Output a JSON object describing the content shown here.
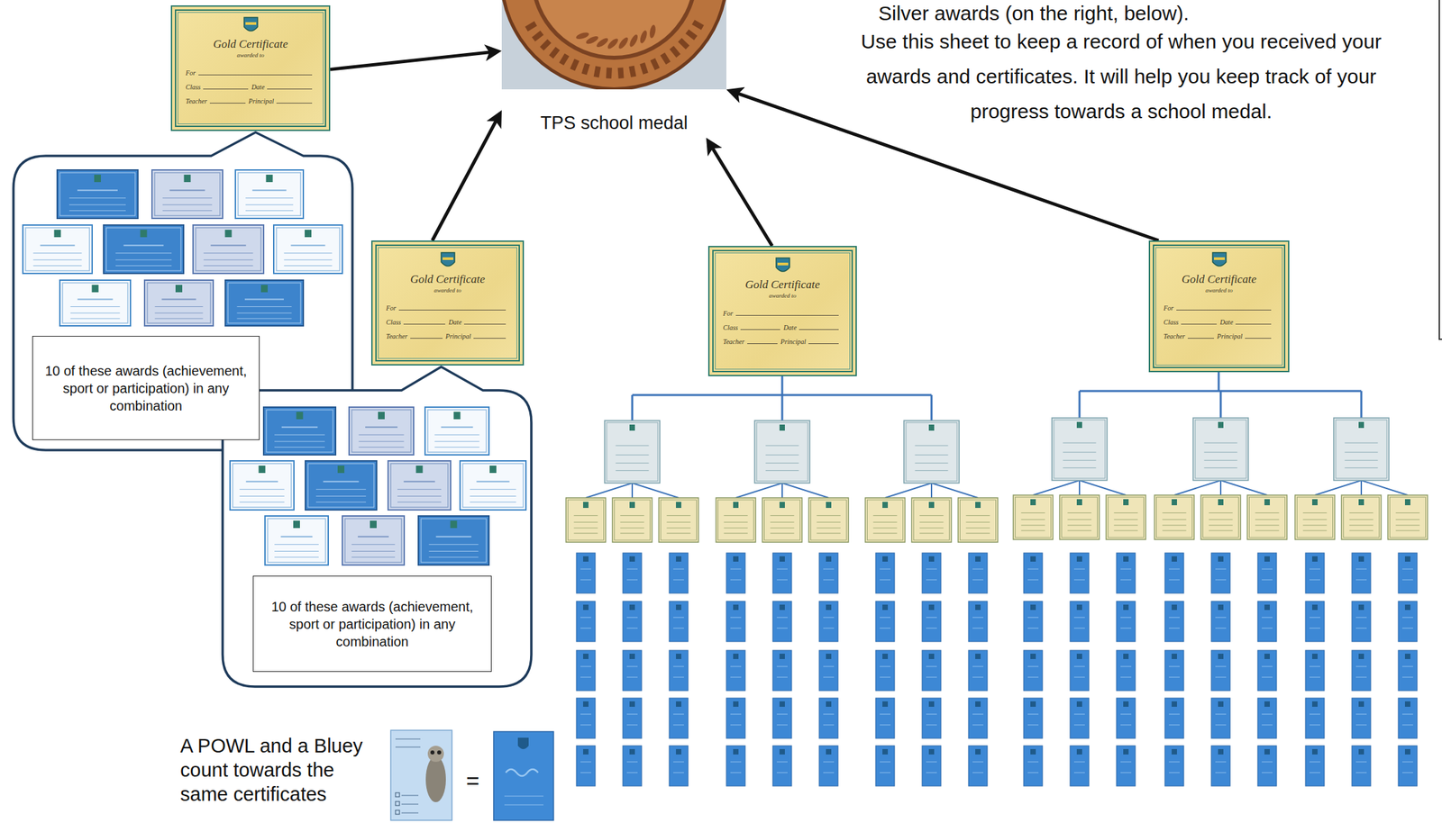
{
  "diagram": {
    "nodes": [
      {
        "text": [
          "Gold Certificate",
          "awarded to",
          "For",
          "Class",
          "Date",
          "Teacher",
          "Principal"
        ]
      },
      {
        "text": [
          "TPS school medal"
        ]
      },
      {
        "text": [
          "10 of these awards (achievement, sport or participation) in any combination"
        ]
      },
      {
        "text": [
          "Gold Certificate",
          "awarded to",
          "For",
          "Class",
          "Date",
          "Teacher",
          "Principal"
        ]
      },
      {
        "text": [
          "Gold Certificate",
          "awarded to",
          "For",
          "Class",
          "Date",
          "Teacher",
          "Principal"
        ]
      },
      {
        "text": [
          "Gold Certificate",
          "awarded to",
          "For",
          "Class",
          "Date",
          "Teacher",
          "Principal"
        ]
      },
      {
        "text": [
          "10 of these awards (achievement, sport or participation) in any combination"
        ]
      }
    ],
    "edges": [
      {
        "from": 0,
        "to": 1,
        "arrow": "to"
      },
      {
        "from": 3,
        "to": 1,
        "arrow": "to"
      },
      {
        "from": 4,
        "to": 1,
        "arrow": "to"
      },
      {
        "from": 5,
        "to": 1,
        "arrow": "to"
      }
    ],
    "labels": [
      "Silver awards (on the right, below).",
      "Use this sheet to keep a record of when you received your awards and certificates. It will help you keep track of your progress towards a school medal.",
      "A POWL and a Bluey count towards the same certificates",
      "="
    ]
  }
}
